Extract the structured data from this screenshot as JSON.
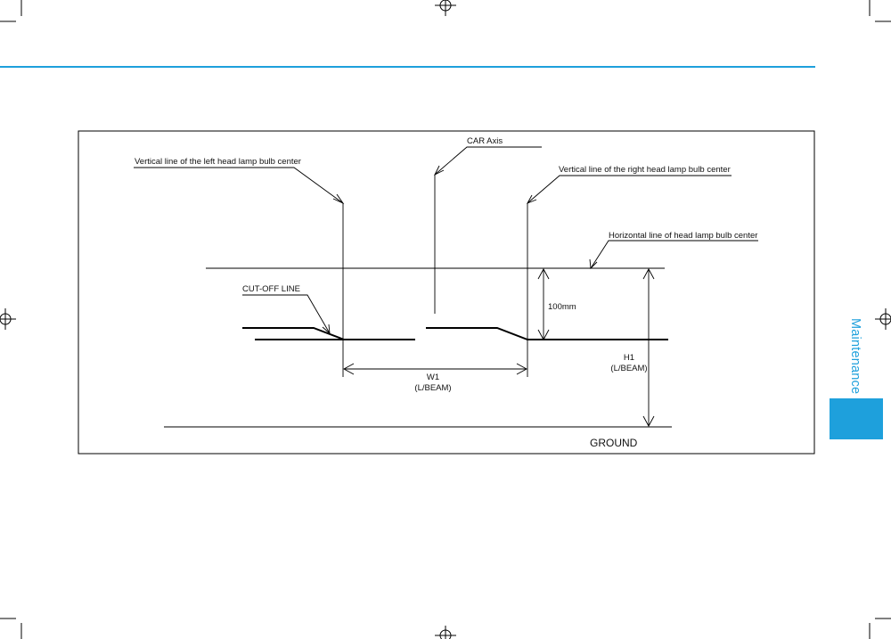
{
  "page": {
    "accent_color": "#1ea0dc",
    "side_tab_label": "Maintenance"
  },
  "diagram": {
    "labels": {
      "car_axis": "CAR Axis",
      "left_vertical": "Vertical line of the left head lamp bulb center",
      "right_vertical": "Vertical line of the right head lamp bulb center",
      "horizontal_center": "Horizontal line of head lamp bulb center",
      "cutoff_line": "CUT-OFF LINE",
      "offset_100mm": "100mm",
      "w1_line1": "W1",
      "w1_line2": "(L/BEAM)",
      "h1_line1": "H1",
      "h1_line2": "(L/BEAM)",
      "ground": "GROUND"
    }
  }
}
